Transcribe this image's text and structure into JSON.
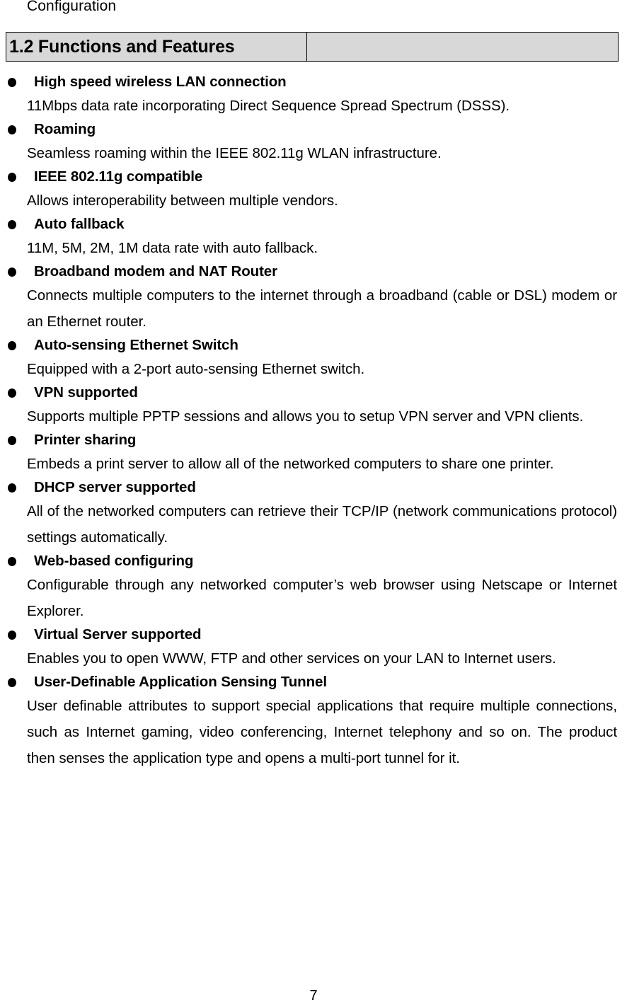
{
  "header": {
    "running_header": "Configuration"
  },
  "section": {
    "number": "1.2",
    "title": "1.2 Functions and Features"
  },
  "bullet_glyph": "filled-circle",
  "features": [
    {
      "heading": "High speed wireless LAN connection",
      "body": "11Mbps data rate incorporating Direct Sequence Spread Spectrum (DSSS).",
      "justified": false
    },
    {
      "heading": "Roaming",
      "body": "Seamless roaming within the IEEE 802.11g WLAN infrastructure.",
      "justified": false
    },
    {
      "heading": "IEEE 802.11g compatible",
      "body": "Allows interoperability between multiple vendors.",
      "justified": false
    },
    {
      "heading": "Auto fallback",
      "body": "11M, 5M, 2M, 1M data rate with auto fallback.",
      "justified": false
    },
    {
      "heading": "Broadband modem and NAT Router",
      "body": "Connects multiple computers to the internet through a broadband (cable or DSL) modem or an Ethernet router.",
      "justified": true
    },
    {
      "heading": "Auto-sensing Ethernet Switch",
      "body": "Equipped with a 2-port auto-sensing Ethernet switch.",
      "justified": false
    },
    {
      "heading": "VPN supported",
      "body": "Supports multiple PPTP sessions and allows you to setup VPN server and VPN clients.",
      "justified": true
    },
    {
      "heading": "Printer sharing",
      "body": "Embeds a print server to allow all of the networked computers to share one printer.",
      "justified": true
    },
    {
      "heading": "DHCP server supported",
      "body": "All of the networked computers can retrieve their TCP/IP (network communications protocol) settings automatically.",
      "justified": true
    },
    {
      "heading": "Web-based configuring",
      "body": "Configurable through any networked computer’s web browser using Netscape or Internet Explorer.",
      "justified": true
    },
    {
      "heading": "Virtual Server supported",
      "body": "Enables you to open WWW, FTP and other services on your LAN to Internet users.",
      "justified": true
    },
    {
      "heading": "User-Definable Application Sensing Tunnel",
      "body": "User definable attributes to support special applications that require multiple connections, such as Internet gaming, video conferencing, Internet telephony and so on. The product then senses the application type and opens a multi-port tunnel for it.",
      "justified": true
    }
  ],
  "footer": {
    "page_number": "7"
  },
  "colors": {
    "section_bar_fill": "#d8d8d8",
    "border": "#000000",
    "text": "#000000",
    "page_background": "#ffffff"
  }
}
